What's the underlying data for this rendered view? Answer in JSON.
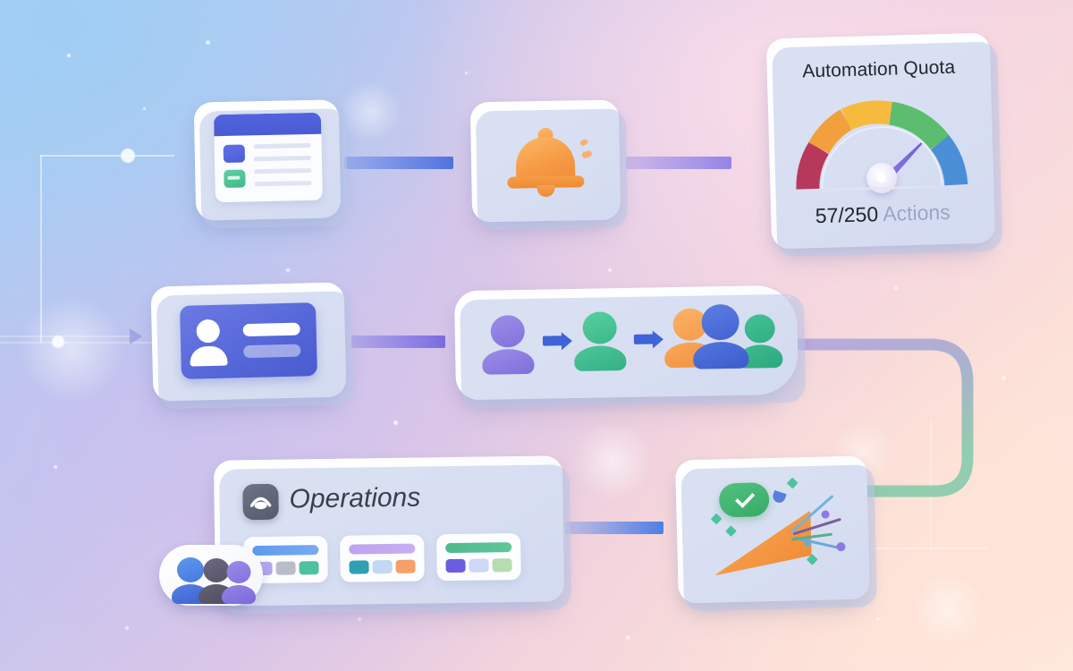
{
  "meta": {
    "title": "Automation workflow illustration",
    "background_colors": [
      "#a8cff1",
      "#c3c6ee",
      "#ddc7e6",
      "#f2d3dd",
      "#fdeee6"
    ]
  },
  "nodes": {
    "form_card": {
      "name": "form-document-card",
      "icon": "document-form-icon",
      "header_color": "#4f62db",
      "accent_blue": "#5566d8",
      "accent_green": "#49c092",
      "line_color": "#dfe4f3"
    },
    "notification_card": {
      "name": "notification-bell-card",
      "icon": "bell-icon",
      "color": "#f59a45"
    },
    "quota_card": {
      "name": "automation-quota-card",
      "title": "Automation Quota",
      "value": "57/250",
      "unit": "Actions",
      "used": 57,
      "limit": 250,
      "needle_angle_deg": -44,
      "segments": [
        {
          "label": "critical",
          "color": "#b8385c"
        },
        {
          "label": "warning",
          "color": "#f2a03c"
        },
        {
          "label": "caution",
          "color": "#f6bb3e"
        },
        {
          "label": "good",
          "color": "#5cbd6e"
        },
        {
          "label": "optimal",
          "color": "#4a8fd6"
        }
      ]
    },
    "contact_card": {
      "name": "contact-id-card",
      "icon": "id-card-icon",
      "color": "#5566d8"
    },
    "approval_flow": {
      "name": "approval-flow-panel",
      "steps": [
        {
          "label": "requester",
          "color": "#8b7ae0"
        },
        {
          "label": "reviewer",
          "color": "#44bf92"
        },
        {
          "label": "approver",
          "color": "#f5a04a"
        }
      ],
      "group": [
        {
          "label": "team-lead",
          "color": "#4a6ed4"
        },
        {
          "label": "team-member",
          "color": "#35b98c"
        }
      ],
      "arrow_color": "#3f63d8"
    },
    "operations_panel": {
      "name": "operations-panel",
      "title": "Operations",
      "badge_icon": "operations-logo-icon",
      "badge_color": "#5a6173",
      "swatch_cards": [
        {
          "name": "swatch-card-1",
          "bar": "#5f9bee",
          "swatches": [
            "#b5a6ef",
            "#b9bdc9",
            "#4ec2a0"
          ]
        },
        {
          "name": "swatch-card-2",
          "bar": "#bda4ef",
          "swatches": [
            "#2f9fb3",
            "#c3d8f3",
            "#f5a06a"
          ]
        },
        {
          "name": "swatch-card-3",
          "bar": "#4dba8c",
          "swatches": [
            "#6a5de0",
            "#ccd8f6",
            "#b6dcb0"
          ]
        }
      ]
    },
    "team_badge": {
      "name": "team-avatar-badge",
      "avatars": [
        {
          "label": "member-blue",
          "color": "#4f8ae8"
        },
        {
          "label": "member-slate",
          "color": "#5f5c73"
        },
        {
          "label": "member-purple",
          "color": "#8b7ae0"
        }
      ]
    },
    "celebration_card": {
      "name": "celebration-card",
      "icon": "party-popper-icon",
      "status_icon": "check-circle-icon",
      "status_color": "#3faa6d",
      "cone_color": "#f59a47"
    }
  },
  "connectors": [
    {
      "name": "arrow-form-to-notification",
      "from": "form_card",
      "to": "notification_card",
      "color": "#4f73e0"
    },
    {
      "name": "arrow-notification-to-quota",
      "from": "notification_card",
      "to": "quota_card",
      "color": "#9484e6"
    },
    {
      "name": "arrow-contact-to-approval",
      "from": "contact_card",
      "to": "approval_flow",
      "color": "#7a6ce0"
    },
    {
      "name": "arrow-operations-to-celebration",
      "from": "operations_panel",
      "to": "celebration_card",
      "color": "#4f7fe4"
    },
    {
      "name": "curve-approval-to-celebration",
      "from": "approval_flow",
      "to": "celebration_card",
      "color_start": "#a093d6",
      "color_end": "#6ec3a4"
    }
  ]
}
